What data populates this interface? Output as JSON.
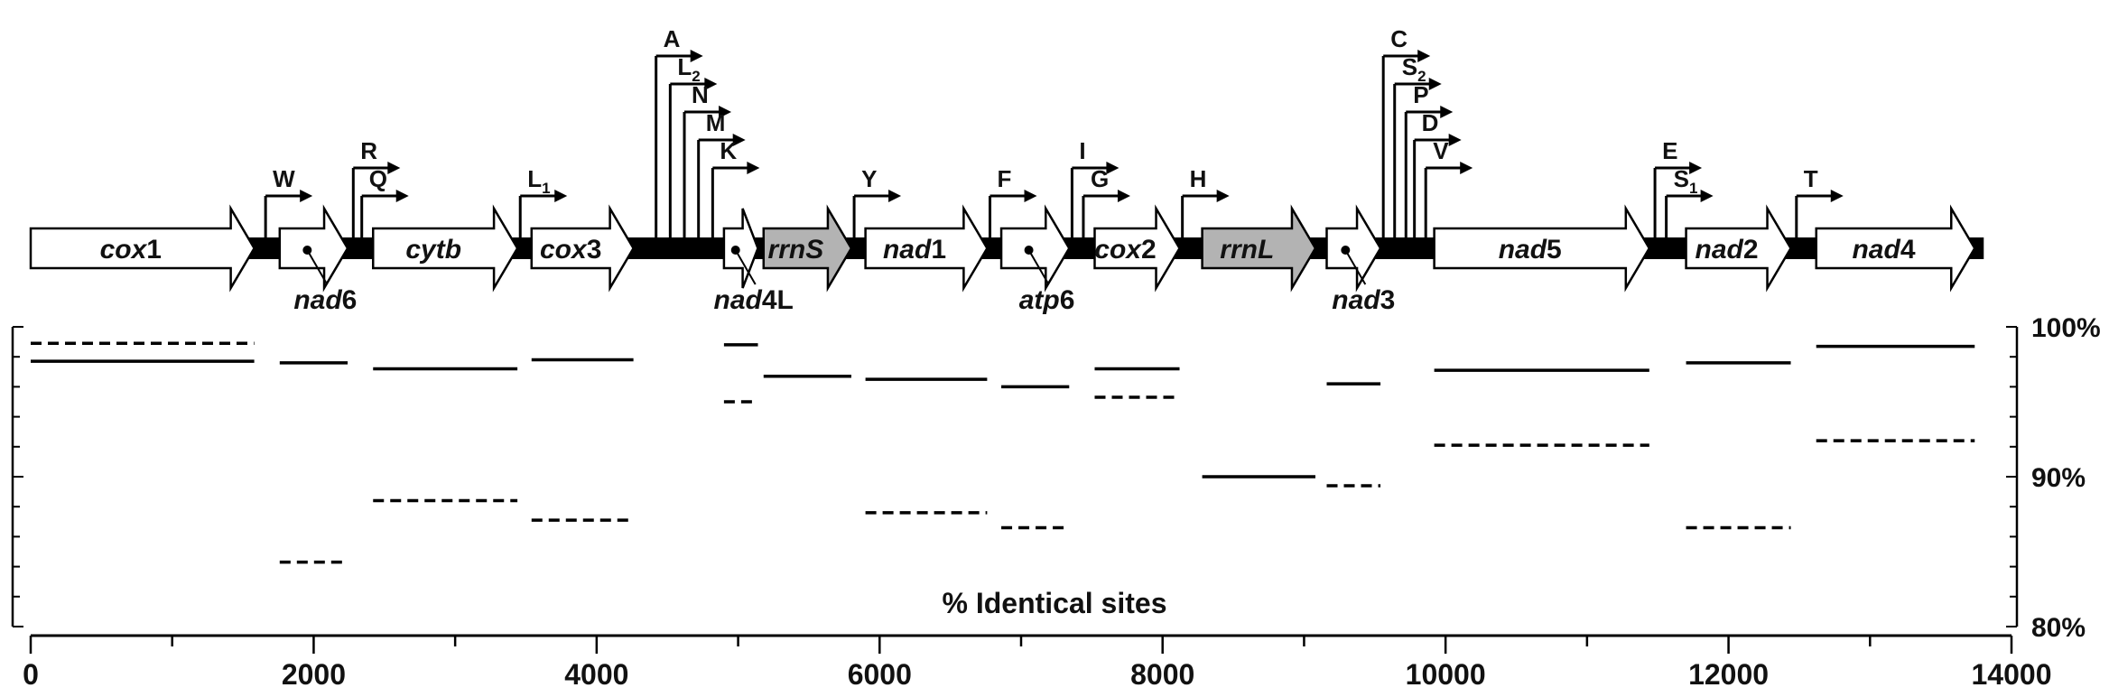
{
  "chart_data": {
    "type": "line",
    "title": "",
    "xlabel": "",
    "ylabel": "",
    "annotation": "% Identical sites",
    "x_range": [
      0,
      14000
    ],
    "x_ticks": [
      0,
      2000,
      4000,
      6000,
      8000,
      10000,
      12000,
      14000
    ],
    "y_range": [
      80,
      100
    ],
    "y_ticks": [
      "80%",
      "90%",
      "100%"
    ],
    "genes": [
      {
        "name": "cox",
        "num": "1",
        "start": 0,
        "end": 1580,
        "dir": "f",
        "rrna": false
      },
      {
        "name": "nad",
        "num": "6",
        "start": 1760,
        "end": 2240,
        "dir": "f",
        "rrna": false,
        "below": true
      },
      {
        "name": "cytb",
        "num": "",
        "start": 2420,
        "end": 3440,
        "dir": "f",
        "rrna": false
      },
      {
        "name": "cox",
        "num": "3",
        "start": 3540,
        "end": 4260,
        "dir": "f",
        "rrna": false
      },
      {
        "name": "nad",
        "num": "4L",
        "start": 4900,
        "end": 5140,
        "dir": "f",
        "rrna": false,
        "below": true
      },
      {
        "name": "rrnS",
        "num": "",
        "start": 5180,
        "end": 5800,
        "dir": "f",
        "rrna": true
      },
      {
        "name": "nad",
        "num": "1",
        "start": 5900,
        "end": 6760,
        "dir": "f",
        "rrna": false
      },
      {
        "name": "atp",
        "num": "6",
        "start": 6860,
        "end": 7340,
        "dir": "f",
        "rrna": false,
        "below": true
      },
      {
        "name": "cox",
        "num": "2",
        "start": 7520,
        "end": 8120,
        "dir": "f",
        "rrna": false
      },
      {
        "name": "rrnL",
        "num": "",
        "start": 8280,
        "end": 9080,
        "dir": "f",
        "rrna": true
      },
      {
        "name": "nad",
        "num": "3",
        "start": 9160,
        "end": 9540,
        "dir": "f",
        "rrna": false,
        "below": true
      },
      {
        "name": "nad",
        "num": "5",
        "start": 9920,
        "end": 11440,
        "dir": "f",
        "rrna": false
      },
      {
        "name": "nad",
        "num": "2",
        "start": 11700,
        "end": 12440,
        "dir": "f",
        "rrna": false
      },
      {
        "name": "nad",
        "num": "4",
        "start": 12620,
        "end": 13740,
        "dir": "f",
        "rrna": false
      }
    ],
    "trnas": [
      {
        "label": "W",
        "sub": "",
        "x": 1660,
        "level": 1
      },
      {
        "label": "R",
        "sub": "",
        "x": 2280,
        "level": 2
      },
      {
        "label": "Q",
        "sub": "",
        "x": 2340,
        "level": 1
      },
      {
        "label": "L",
        "sub": "1",
        "x": 3460,
        "level": 1
      },
      {
        "label": "A",
        "sub": "",
        "x": 4420,
        "level": 6
      },
      {
        "label": "L",
        "sub": "2",
        "x": 4520,
        "level": 5
      },
      {
        "label": "N",
        "sub": "",
        "x": 4620,
        "level": 4
      },
      {
        "label": "M",
        "sub": "",
        "x": 4720,
        "level": 3
      },
      {
        "label": "K",
        "sub": "",
        "x": 4820,
        "level": 2
      },
      {
        "label": "Y",
        "sub": "",
        "x": 5820,
        "level": 1
      },
      {
        "label": "F",
        "sub": "",
        "x": 6780,
        "level": 1
      },
      {
        "label": "I",
        "sub": "",
        "x": 7360,
        "level": 2
      },
      {
        "label": "G",
        "sub": "",
        "x": 7440,
        "level": 1
      },
      {
        "label": "H",
        "sub": "",
        "x": 8140,
        "level": 1
      },
      {
        "label": "C",
        "sub": "",
        "x": 9560,
        "level": 6
      },
      {
        "label": "S",
        "sub": "2",
        "x": 9640,
        "level": 5
      },
      {
        "label": "P",
        "sub": "",
        "x": 9720,
        "level": 4
      },
      {
        "label": "D",
        "sub": "",
        "x": 9780,
        "level": 3
      },
      {
        "label": "V",
        "sub": "",
        "x": 9860,
        "level": 2
      },
      {
        "label": "E",
        "sub": "",
        "x": 11480,
        "level": 2
      },
      {
        "label": "S",
        "sub": "1",
        "x": 11560,
        "level": 1
      },
      {
        "label": "T",
        "sub": "",
        "x": 12480,
        "level": 1
      }
    ],
    "series": [
      {
        "style": "solid",
        "segments": [
          {
            "x0": 0,
            "x1": 1580,
            "y": 97.7
          },
          {
            "x0": 1760,
            "x1": 2240,
            "y": 97.6
          },
          {
            "x0": 2420,
            "x1": 3440,
            "y": 97.2
          },
          {
            "x0": 3540,
            "x1": 4260,
            "y": 97.8
          },
          {
            "x0": 4900,
            "x1": 5140,
            "y": 98.8
          },
          {
            "x0": 5180,
            "x1": 5800,
            "y": 96.7
          },
          {
            "x0": 5900,
            "x1": 6760,
            "y": 96.5
          },
          {
            "x0": 6860,
            "x1": 7340,
            "y": 96.0
          },
          {
            "x0": 7520,
            "x1": 8120,
            "y": 97.2
          },
          {
            "x0": 8280,
            "x1": 9080,
            "y": 90.0
          },
          {
            "x0": 9160,
            "x1": 9540,
            "y": 96.2
          },
          {
            "x0": 9920,
            "x1": 11440,
            "y": 97.1
          },
          {
            "x0": 11700,
            "x1": 12440,
            "y": 97.6
          },
          {
            "x0": 12620,
            "x1": 13740,
            "y": 98.7
          }
        ]
      },
      {
        "style": "dashed",
        "segments": [
          {
            "x0": 0,
            "x1": 1580,
            "y": 98.9
          },
          {
            "x0": 1760,
            "x1": 2240,
            "y": 84.3
          },
          {
            "x0": 2420,
            "x1": 3440,
            "y": 88.4
          },
          {
            "x0": 3540,
            "x1": 4260,
            "y": 87.1
          },
          {
            "x0": 4900,
            "x1": 5140,
            "y": 95.0
          },
          {
            "x0": 5900,
            "x1": 6760,
            "y": 87.6
          },
          {
            "x0": 6860,
            "x1": 7340,
            "y": 86.6
          },
          {
            "x0": 7520,
            "x1": 8120,
            "y": 95.3
          },
          {
            "x0": 9160,
            "x1": 9540,
            "y": 89.4
          },
          {
            "x0": 9920,
            "x1": 11440,
            "y": 92.1
          },
          {
            "x0": 11700,
            "x1": 12440,
            "y": 86.6
          },
          {
            "x0": 12620,
            "x1": 13740,
            "y": 92.4
          }
        ]
      }
    ]
  }
}
